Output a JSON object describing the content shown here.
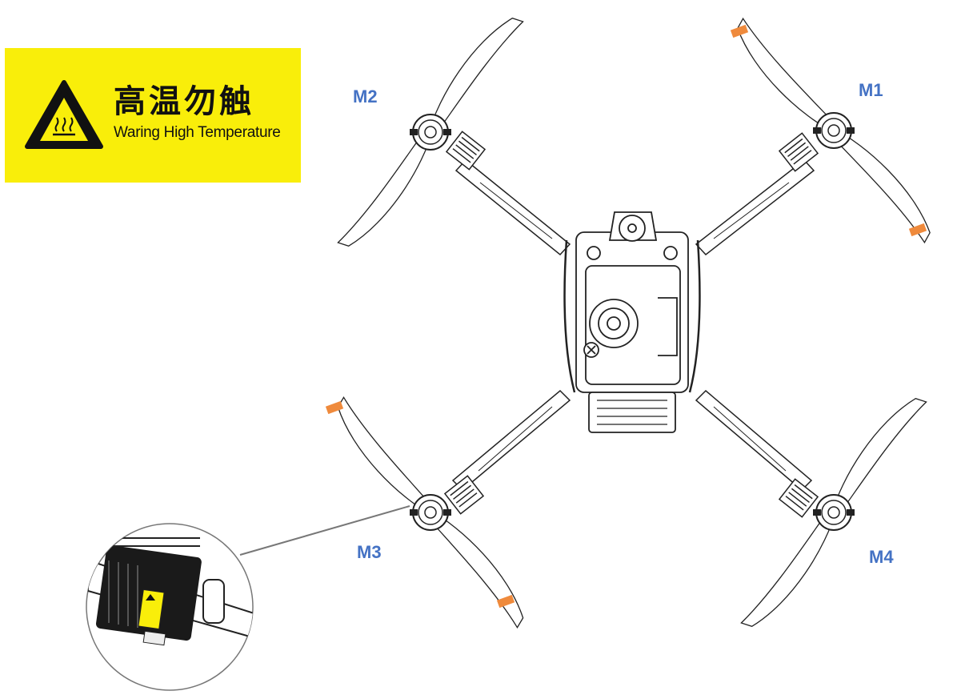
{
  "warning_label": {
    "title_cn": "高温勿触",
    "subtitle_en": "Waring High Temperature",
    "background_color": "#f9ee0a",
    "icon": "hot-surface-warning-icon"
  },
  "motors": {
    "m1": "M1",
    "m2": "M2",
    "m3": "M3",
    "m4": "M4"
  },
  "colors": {
    "motor_label": "#4472c4",
    "propeller_tip_marker": "#ef8a3c",
    "line_art": "#222222"
  }
}
